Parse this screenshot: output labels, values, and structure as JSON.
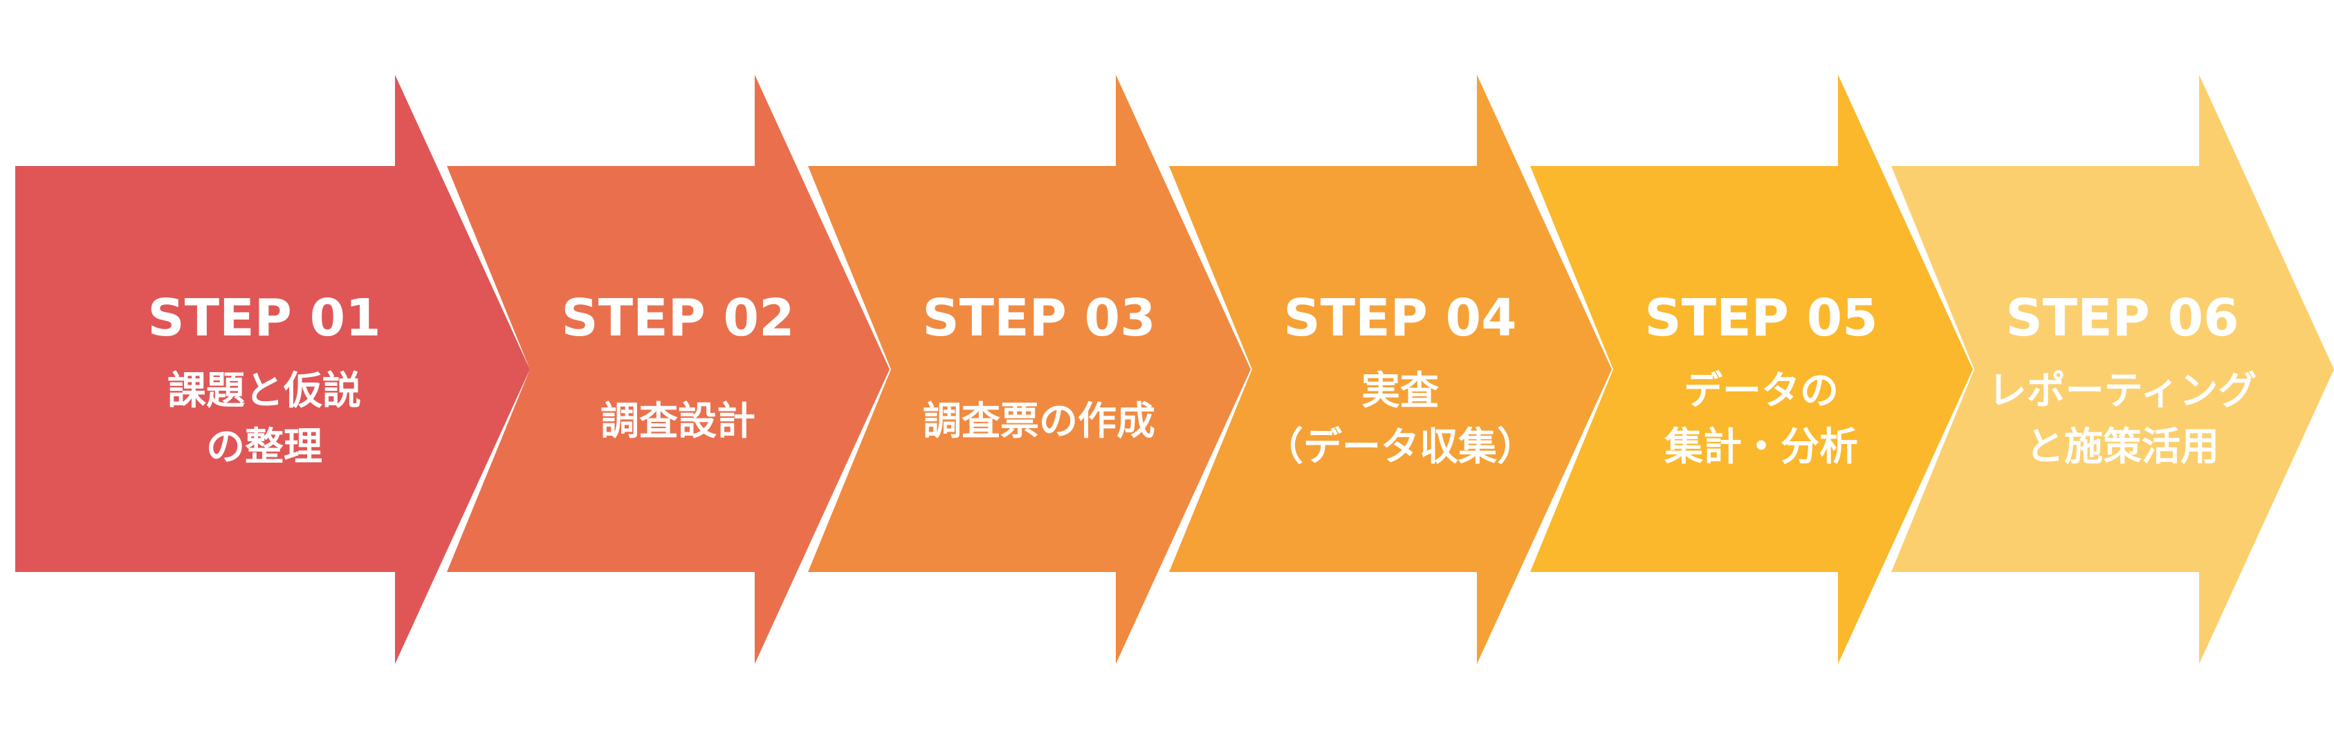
{
  "steps": [
    {
      "label": "STEP 01",
      "lines": [
        "課題と仮説",
        "の整理"
      ],
      "color": "#E05656"
    },
    {
      "label": "STEP 02",
      "lines": [
        "調査設計"
      ],
      "color": "#EA704D"
    },
    {
      "label": "STEP 03",
      "lines": [
        "調査票の作成"
      ],
      "color": "#F08A40"
    },
    {
      "label": "STEP 04",
      "lines": [
        "実査",
        "（データ収集）"
      ],
      "color": "#F6A136"
    },
    {
      "label": "STEP 05",
      "lines": [
        "データの",
        "集計・分析"
      ],
      "color": "#FBB82C"
    },
    {
      "label": "STEP 06",
      "lines": [
        "レポーティング",
        "と施策活用"
      ],
      "color": "#FCCF6E"
    }
  ]
}
